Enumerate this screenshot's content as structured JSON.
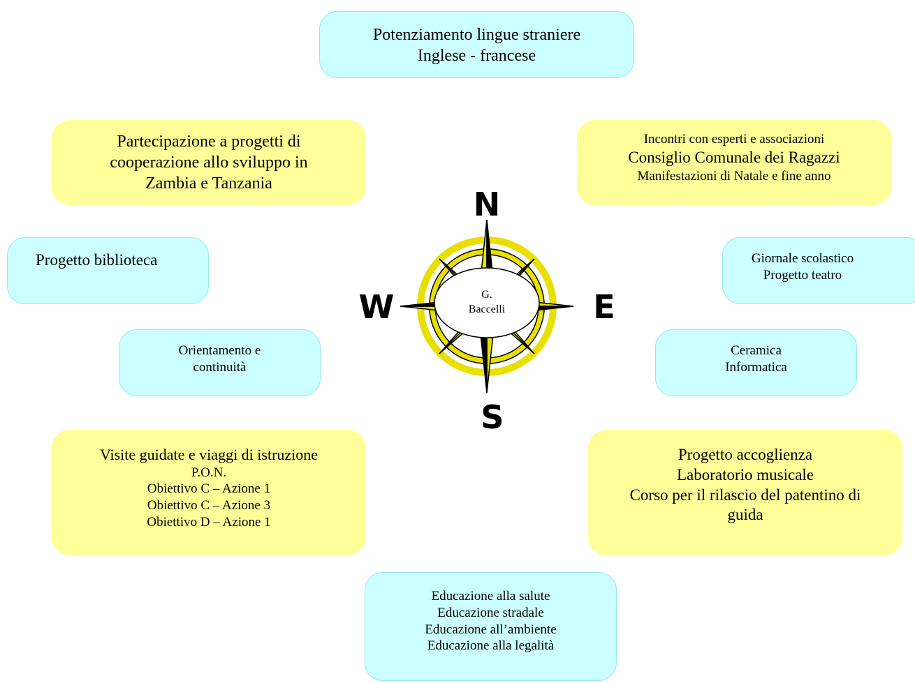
{
  "center": {
    "line1": "G.",
    "line2": "Baccelli"
  },
  "directions": {
    "n": "N",
    "s": "S",
    "e": "E",
    "w": "W"
  },
  "boxes": {
    "top": [
      "Potenziamento lingue straniere",
      "Inglese - francese"
    ],
    "top_left": [
      "Partecipazione a progetti di",
      "cooperazione allo sviluppo in",
      "Zambia e Tanzania"
    ],
    "top_right": [
      "Incontri con esperti e associazioni",
      "Consiglio Comunale dei Ragazzi",
      "Manifestazioni di Natale e fine anno"
    ],
    "mid_left": [
      "Progetto biblioteca"
    ],
    "mid_right": [
      "Giornale scolastico",
      "Progetto teatro"
    ],
    "orient_left": [
      "Orientamento e",
      "continuità"
    ],
    "orient_right": [
      "Ceramica",
      "Informatica"
    ],
    "bottom_left": [
      "Visite guidate e viaggi di istruzione",
      "P.O.N.",
      "Obiettivo C – Azione 1",
      "Obiettivo C – Azione 3",
      "Obiettivo D – Azione 1"
    ],
    "bottom_right": [
      "Progetto accoglienza",
      "Laboratorio musicale",
      "Corso per il rilascio del patentino di",
      "guida"
    ],
    "bottom": [
      "Educazione alla salute",
      "Educazione stradale",
      "Educazione all’ambiente",
      "Educazione alla legalità"
    ]
  },
  "colors": {
    "cyan_box": "#ccffff",
    "yellow_box": "#ffff99",
    "compass_ring": "#e8e000"
  }
}
